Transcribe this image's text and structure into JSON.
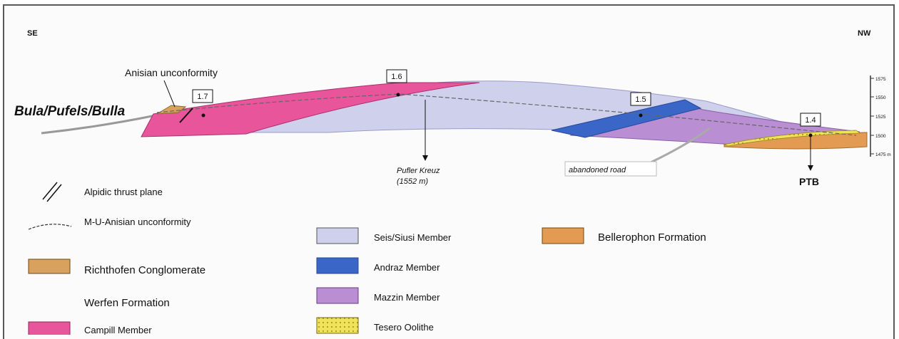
{
  "orientation": {
    "left": "SE",
    "right": "NW"
  },
  "location": "Bula/Pufels/Bulla",
  "labels": {
    "anisian": "Anisian unconformity",
    "pufler_name": "Pufler Kreuz",
    "pufler_elev": "(1552 m)",
    "road": "abandoned road",
    "ptb": "PTB"
  },
  "sections": [
    "1.7",
    "1.6",
    "1.5",
    "1.4"
  ],
  "scale_ticks": [
    "1575",
    "1550",
    "1525",
    "1500",
    "1475 m"
  ],
  "legend": {
    "thrust": "Alpidic thrust plane",
    "unconformity": "M-U-Anisian unconformity",
    "richthofen": "Richthofen Conglomerate",
    "werfen": "Werfen Formation",
    "campill": "Campill Member",
    "seis": "Seis/Siusi Member",
    "andraz": "Andraz Member",
    "mazzin": "Mazzin Member",
    "tesero": "Tesero Oolithe",
    "bellerophon": "Bellerophon Formation"
  },
  "colors": {
    "campill": "#e8559a",
    "seis": "#cfd0ec",
    "andraz": "#3a66c8",
    "mazzin": "#b98ed2",
    "tesero": "#f0e35a",
    "bellerophon": "#e39a52",
    "richthofen": "#d8a25e"
  }
}
